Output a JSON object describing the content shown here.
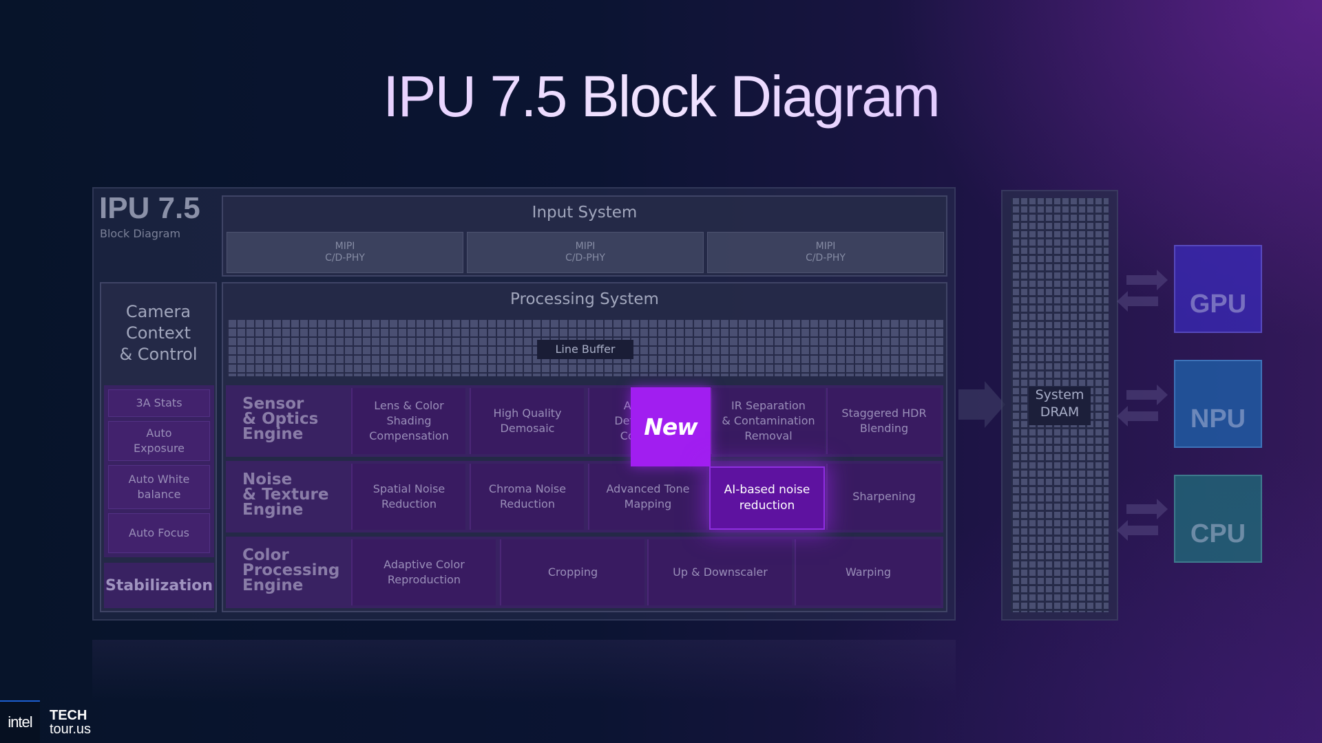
{
  "title": "IPU 7.5 Block Diagram",
  "panel": {
    "heading": "IPU 7.5",
    "subheading": "Block Diagram"
  },
  "input_system": {
    "title": "Input System",
    "mipi": [
      "MIPI",
      "C/D-PHY"
    ]
  },
  "processing_system": {
    "title": "Processing System",
    "line_buffer": "Line Buffer"
  },
  "camera_context": {
    "title_lines": [
      "Camera",
      "Context",
      "& Control"
    ],
    "stats": [
      "3A Stats",
      "Auto\nExposure",
      "Auto White\nbalance",
      "Auto Focus"
    ],
    "stabilization": "Stabilization"
  },
  "engines": [
    {
      "label_lines": [
        "Sensor",
        "& Optics",
        "Engine"
      ],
      "cells": [
        "Lens & Color\nShading\nCompensation",
        "High Quality\nDemosaic",
        "A\nDefe\nCo",
        "IR Separation\n& Contamination\nRemoval",
        "Staggered HDR\nBlending"
      ]
    },
    {
      "label_lines": [
        "Noise",
        "& Texture",
        "Engine"
      ],
      "cells": [
        "Spatial Noise\nReduction",
        "Chroma Noise\nReduction",
        "Advanced Tone\nMapping",
        "AI-based noise\nreduction",
        "Sharpening"
      ]
    },
    {
      "label_lines": [
        "Color",
        "Processing",
        "Engine"
      ],
      "cells": [
        "Adaptive Color\nReproduction",
        "Cropping",
        "Up & Downscaler",
        "Warping"
      ]
    }
  ],
  "badge": "New",
  "dram": "System\nDRAM",
  "processors": [
    {
      "name": "GPU",
      "color": "#3a2ab8"
    },
    {
      "name": "NPU",
      "color": "#1f5fa8"
    },
    {
      "name": "CPU",
      "color": "#206878"
    }
  ],
  "logo": {
    "intel": "intel",
    "tech": "TECH",
    "tour": "tour.us"
  }
}
